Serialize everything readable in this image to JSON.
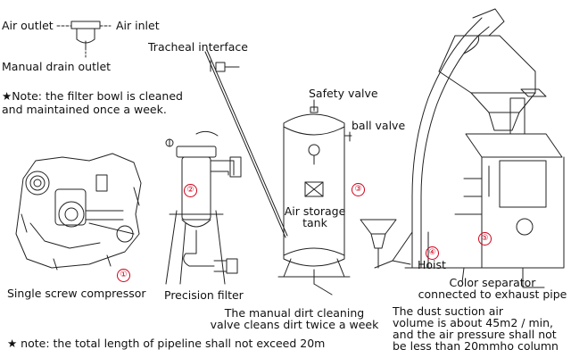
{
  "labels": {
    "air_outlet": "Air outlet",
    "air_inlet": "Air inlet",
    "manual_drain_outlet": "Manual drain outlet",
    "tracheal_interface": "Tracheal interface",
    "safety_valve": "Safety valve",
    "ball_valve": "ball valve",
    "air_storage_tank": [
      "Air storage",
      "tank"
    ],
    "single_screw_compressor": "Single screw compressor",
    "precision_filter": "Precision filter",
    "hoist": "Hoist",
    "color_separator": [
      "Color separator",
      "connected to exhaust pipe"
    ],
    "manual_dirt_cleaning": [
      "The manual dirt cleaning",
      "valve cleans dirt twice a week"
    ],
    "dust_suction": [
      "The dust suction air",
      "volume is about 45m2 / min,",
      "and the air pressure shall not",
      "be less than 20mmho column"
    ]
  },
  "notes": {
    "filter_bowl": [
      "★Note: the filter bowl is cleaned",
      "and maintained once a week."
    ],
    "pipeline": "★ note: the total length of pipeline shall not exceed 20m"
  },
  "markers": [
    "①",
    "②",
    "③",
    "④",
    "⑤"
  ],
  "colors": {
    "marker": "#d0021b",
    "line": "#222222"
  }
}
